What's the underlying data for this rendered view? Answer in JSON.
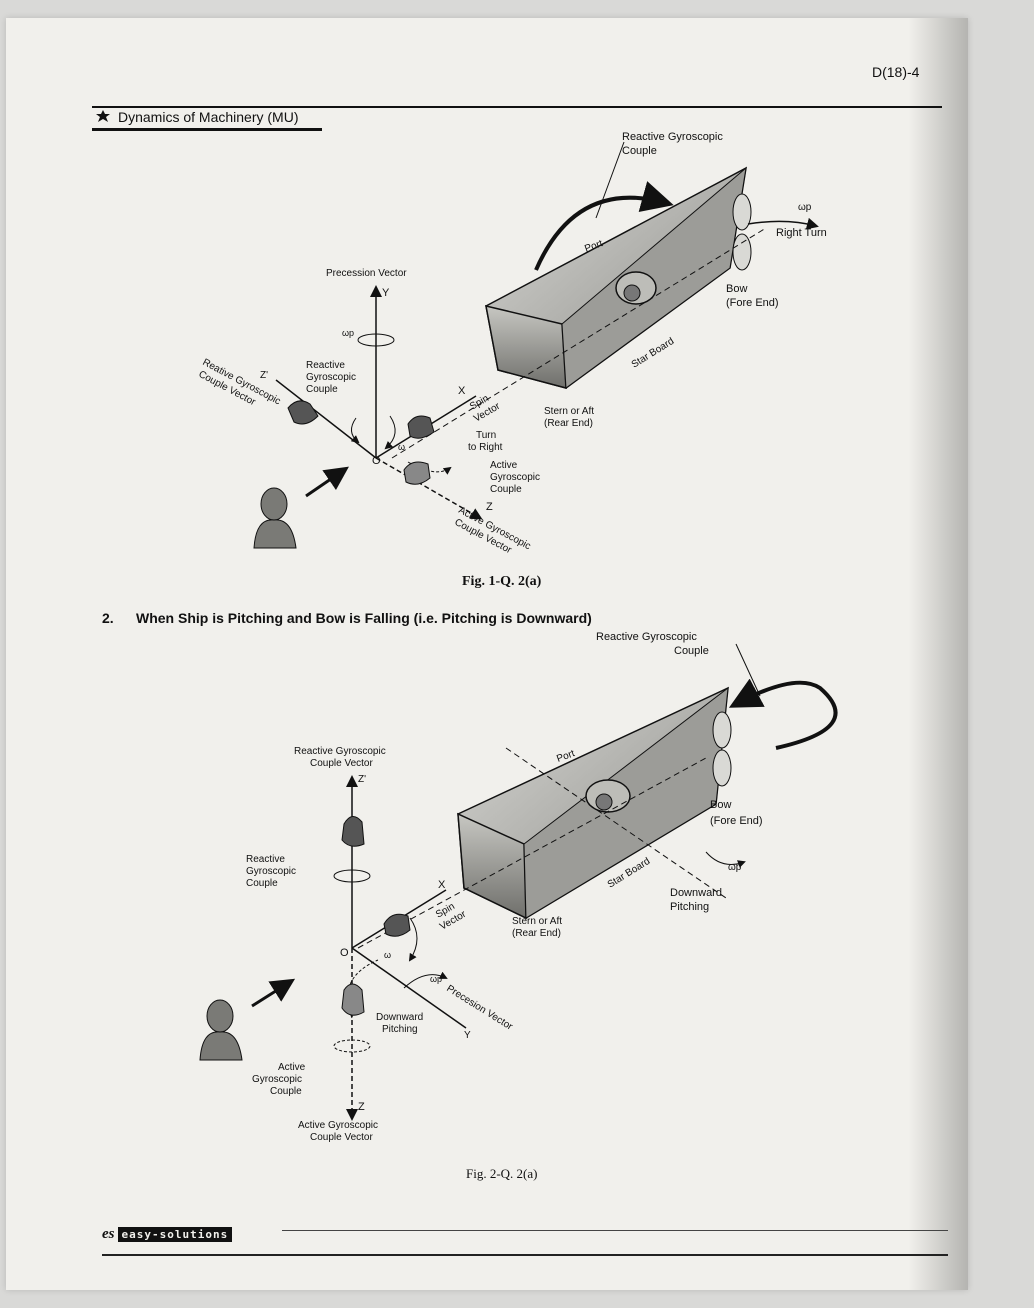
{
  "page": {
    "code": "D(18)-4",
    "header_title": "Dynamics of Machinery (MU)"
  },
  "fig1": {
    "caption": "Fig. 1-Q. 2(a)",
    "labels": {
      "reactive_couple_top": [
        "Reactive Gyroscopic",
        "Couple"
      ],
      "omega_p": "ωp",
      "right_turn": "Right Turn",
      "port": "Port",
      "bow": [
        "Bow",
        "(Fore End)"
      ],
      "star_board": "Star Board",
      "precession_vector": "Precession Vector",
      "y_axis": "Y",
      "omega_p_axis": "ωp",
      "z_prime": "Z'",
      "reactive_couple_vector": [
        "Reative Gyroscopic",
        "Couple Vector"
      ],
      "reactive_couple_left": [
        "Reactive",
        "Gyroscopic",
        "Couple"
      ],
      "x_axis": "X",
      "spin_vector": [
        "Spin",
        "Vector"
      ],
      "stern": [
        "Stern or Aft",
        "(Rear End)"
      ],
      "turn_right": [
        "Turn",
        "to Right"
      ],
      "omega": "ω",
      "origin": "O",
      "active_couple": [
        "Active",
        "Gyroscopic",
        "Couple"
      ],
      "z_axis": "Z",
      "active_couple_vector": [
        "Active Gyroscopic",
        "Couple Vector"
      ]
    }
  },
  "section": {
    "number": "2.",
    "title": "When Ship is Pitching and Bow is Falling (i.e. Pitching is Downward)"
  },
  "fig2": {
    "caption": "Fig. 2-Q. 2(a)",
    "labels": {
      "reactive_couple_top": [
        "Reactive Gyroscopic",
        "Couple"
      ],
      "port": "Port",
      "bow": [
        "Bow",
        "(Fore End)"
      ],
      "star_board": "Star Board",
      "omega_p": "ωp",
      "downward_pitching_right": [
        "Downward",
        "Pitching"
      ],
      "reactive_couple_vector": [
        "Reactive Gyroscopic",
        "Couple Vector"
      ],
      "z_prime": "Z'",
      "reactive_couple_left": [
        "Reactive",
        "Gyroscopic",
        "Couple"
      ],
      "x_axis": "X",
      "spin_vector": [
        "Spin",
        "Vector"
      ],
      "stern": [
        "Stern or Aft",
        "(Rear End)"
      ],
      "origin": "O",
      "omega": "ω",
      "omega_p_mid": "ωp",
      "precession_vector": "Precesion Vector",
      "y_axis": "Y",
      "downward_pitching_mid": [
        "Downward",
        "Pitching"
      ],
      "active_couple": [
        "Active",
        "Gyroscopic",
        "Couple"
      ],
      "z_axis": "Z",
      "active_couple_vector": [
        "Active Gyroscopic",
        "Couple Vector"
      ]
    }
  },
  "footer": {
    "brand_mark": "es",
    "brand_name": "easy-solutions"
  }
}
